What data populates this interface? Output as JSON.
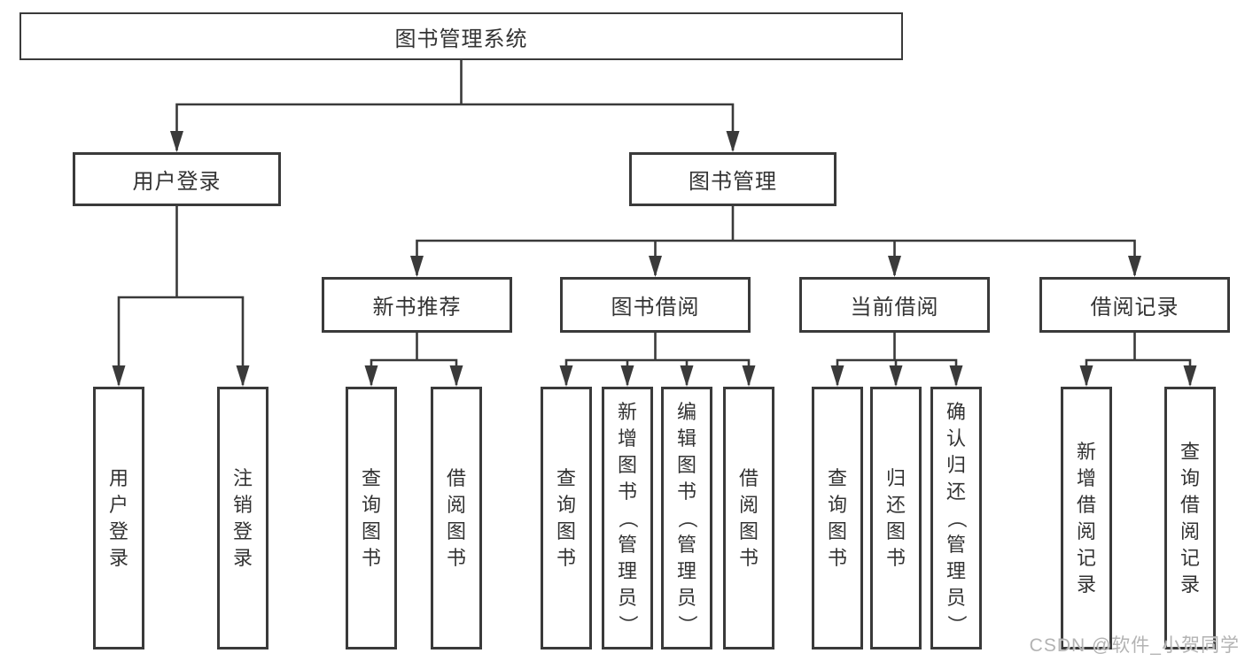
{
  "diagram": {
    "root": "图书管理系统",
    "branches": [
      {
        "label": "用户登录",
        "leaves": [
          "用户登录",
          "注销登录"
        ]
      },
      {
        "label": "图书管理",
        "sections": [
          {
            "label": "新书推荐",
            "leaves": [
              "查询图书",
              "借阅图书"
            ]
          },
          {
            "label": "图书借阅",
            "leaves": [
              "查询图书",
              "新增图书（管理员）",
              "编辑图书（管理员）",
              "借阅图书"
            ]
          },
          {
            "label": "当前借阅",
            "leaves": [
              "查询图书",
              "归还图书",
              "确认归还（管理员）"
            ]
          },
          {
            "label": "借阅记录",
            "leaves": [
              "新增借阅记录",
              "查询借阅记录"
            ]
          }
        ]
      }
    ]
  },
  "watermark": "CSDN @软件_小贺同学",
  "colors": {
    "line": "#3a3a3a",
    "text": "#333333",
    "background": "#ffffff",
    "watermark": "#acacac"
  }
}
